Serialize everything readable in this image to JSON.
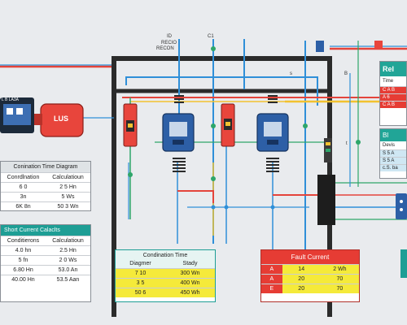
{
  "labels": {
    "top_small_1": "ID",
    "top_small_2": "RECIO",
    "top_small_3": "RECON",
    "top_small_4": "C1",
    "relay_left": "L B LA3A",
    "lus_label": "LUS",
    "side_tag_1": "s",
    "side_tag_2": "B",
    "side_tag_3": "t"
  },
  "coord_table_left": {
    "title": "Conination Time Diagram",
    "col1": "Conrdlnation",
    "col2": "Calculatioun",
    "rows": [
      [
        "6 0",
        "2 5 Hn"
      ],
      [
        "3n",
        "5 Ws"
      ],
      [
        "6K 8n",
        "50 3 Wn"
      ]
    ]
  },
  "current_table_left": {
    "title": "Short Current  Calaclts",
    "col1": "Conditierons",
    "col2": "Calculatioun",
    "rows": [
      [
        "4.0 hn",
        "2.5 Hn"
      ],
      [
        "5 fn",
        "2 0 Ws"
      ],
      [
        "6.80 Hn",
        "53.0 An"
      ],
      [
        "40.00 Hn",
        "53.5 Aan"
      ]
    ]
  },
  "coord_table_mid": {
    "title_1": "Condination Time",
    "title_2_a": "Diagmer",
    "title_2_b": "Stady",
    "rows": [
      [
        "7 10",
        "300 Wn"
      ],
      [
        "3 5",
        "400 Wn"
      ],
      [
        "50 6",
        "450 Wh"
      ]
    ]
  },
  "fault_table": {
    "title": "Fault Current",
    "rows": [
      [
        "A",
        "14",
        "2 Wh"
      ],
      [
        "A",
        "20",
        "70"
      ],
      [
        "E",
        "20",
        "70"
      ]
    ]
  },
  "right_panel_top": {
    "title": "Rel",
    "sub": "Time",
    "rows": [
      "C A B",
      "A 6",
      "C A B"
    ]
  },
  "right_panel_mid": {
    "title": "Bl",
    "sub": "Devis",
    "rows": [
      "S 5 A",
      "S 5 A",
      "c.S. ba"
    ]
  },
  "colors": {
    "wire_blue": "#2f8fd8",
    "wire_red": "#e4443b",
    "wire_green": "#2ea66a",
    "wire_yellow": "#f2c230",
    "bus_black": "#2b2b2b",
    "breaker_red": "#e8453c",
    "relay_blue": "#2d5fa6",
    "teal": "#1e9e95",
    "yellow_fill": "#f5ea3a"
  }
}
